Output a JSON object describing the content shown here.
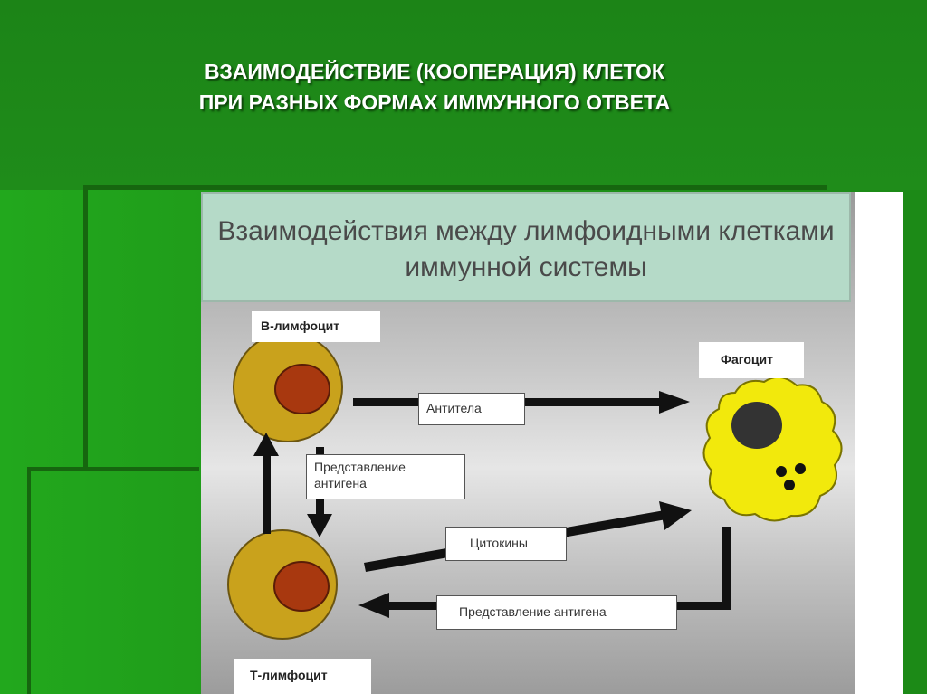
{
  "slide": {
    "title_line1": "ВЗАИМОДЕЙСТВИЕ (КООПЕРАЦИЯ) КЛЕТОК",
    "title_line2": "ПРИ РАЗНЫХ ФОРМАХ ИММУННОГО ОТВЕТА"
  },
  "diagram": {
    "header_line1": "Взаимодействия между лимфоидными клетками",
    "header_line2": "иммунной системы",
    "b_cell_label": "В-лимфоцит",
    "t_cell_label": "Т-лимфоцит",
    "phagocyte_label": "Фагоцит",
    "antibodies_label": "Антитела",
    "antigen_presentation_line1": "Представление",
    "antigen_presentation_line2": "антигена",
    "cytokines_label": "Цитокины",
    "antigen_presentation_bottom": "Представление антигена"
  },
  "colors": {
    "background_green": "#1f8a1a",
    "cell_outer": "#c9a21c",
    "cell_nucleus": "#a8380f",
    "phagocyte": "#f2e90c",
    "header_box": "#b5dac8"
  }
}
